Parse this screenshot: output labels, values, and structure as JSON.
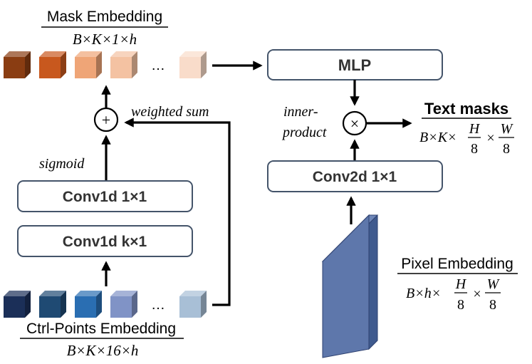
{
  "mask_embedding": {
    "title": "Mask Embedding",
    "shape": "B×K×1×h",
    "cube_colors": [
      "#8a3d12",
      "#c8581e",
      "#efa577",
      "#f4c2a2",
      "#f9dcca"
    ],
    "ellipsis": "…"
  },
  "ctrl_points_embedding": {
    "title": "Ctrl-Points Embedding",
    "shape": "B×K×16×h",
    "cube_colors": [
      "#1b2f58",
      "#1f4a73",
      "#2a6eb2",
      "#8093c6",
      "#a8bfd6"
    ],
    "ellipsis": "…"
  },
  "pixel_embedding": {
    "title": "Pixel Embedding",
    "shape_prefix": "B×h×",
    "frac1": {
      "num": "H",
      "den": "8"
    },
    "times": "×",
    "frac2": {
      "num": "W",
      "den": "8"
    },
    "color": "#5e77ab"
  },
  "text_masks": {
    "title": "Text masks",
    "shape_prefix": "B×K×",
    "frac1": {
      "num": "H",
      "den": "8"
    },
    "times": "×",
    "frac2": {
      "num": "W",
      "den": "8"
    }
  },
  "blocks": {
    "mlp": "MLP",
    "conv2d": "Conv2d 1×1",
    "conv1d_top": "Conv1d 1×1",
    "conv1d_bottom": "Conv1d k×1"
  },
  "operators": {
    "plus": "+",
    "times": "×"
  },
  "labels": {
    "weighted_sum": "weighted sum",
    "sigmoid": "sigmoid",
    "inner": "inner-",
    "product": "product"
  }
}
